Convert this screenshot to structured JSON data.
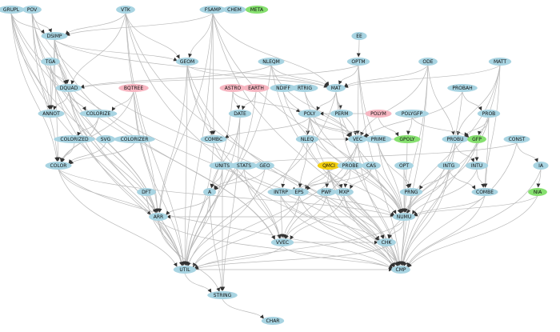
{
  "colors": {
    "default": "#a8d4e2",
    "pink": "#f6b6c1",
    "green": "#86e06f",
    "gold": "#f3cf10",
    "edge": "#b9b9b9"
  },
  "nodes": [
    {
      "id": "GRUPL",
      "label": "GRUPL",
      "color": "default"
    },
    {
      "id": "POV",
      "label": "POV",
      "color": "default"
    },
    {
      "id": "VTK",
      "label": "VTK",
      "color": "default"
    },
    {
      "id": "FSAMP",
      "label": "FSAMP",
      "color": "default"
    },
    {
      "id": "CHEM",
      "label": "CHEM",
      "color": "default"
    },
    {
      "id": "META",
      "label": "META",
      "color": "green"
    },
    {
      "id": "DSIMP",
      "label": "DSIMP",
      "color": "default"
    },
    {
      "id": "EE",
      "label": "EE",
      "color": "default"
    },
    {
      "id": "TGA",
      "label": "TGA",
      "color": "default"
    },
    {
      "id": "GEOM",
      "label": "GEOM",
      "color": "default"
    },
    {
      "id": "NLEQM",
      "label": "NLEQM",
      "color": "default"
    },
    {
      "id": "OPTM",
      "label": "OPTM",
      "color": "default"
    },
    {
      "id": "ODE",
      "label": "ODE",
      "color": "default"
    },
    {
      "id": "MATT",
      "label": "MATT",
      "color": "default"
    },
    {
      "id": "DQUAD",
      "label": "DQUAD",
      "color": "default"
    },
    {
      "id": "BQTREE",
      "label": "BQTREE",
      "color": "pink"
    },
    {
      "id": "ASTRO",
      "label": "ASTRO",
      "color": "pink"
    },
    {
      "id": "EARTH",
      "label": "EARTH",
      "color": "pink"
    },
    {
      "id": "NDIFF",
      "label": "NDIFF",
      "color": "default"
    },
    {
      "id": "RTRIG",
      "label": "RTRIG",
      "color": "default"
    },
    {
      "id": "MAT",
      "label": "MAT",
      "color": "default"
    },
    {
      "id": "PROBAH",
      "label": "PROBAH",
      "color": "default"
    },
    {
      "id": "ANNOT",
      "label": "ANNOT",
      "color": "default"
    },
    {
      "id": "COLORIZE",
      "label": "COLORIZE",
      "color": "default"
    },
    {
      "id": "DATE",
      "label": "DATE",
      "color": "default"
    },
    {
      "id": "POLY",
      "label": "POLY",
      "color": "default"
    },
    {
      "id": "PERM",
      "label": "PERM",
      "color": "default"
    },
    {
      "id": "POLYM",
      "label": "POLYM",
      "color": "pink"
    },
    {
      "id": "POLYGFP",
      "label": "POLYGFP",
      "color": "default"
    },
    {
      "id": "PROB",
      "label": "PROB",
      "color": "default"
    },
    {
      "id": "COLORIZED",
      "label": "COLORIZED",
      "color": "default"
    },
    {
      "id": "SVG",
      "label": "SVG",
      "color": "default"
    },
    {
      "id": "COLORIZER",
      "label": "COLORIZER",
      "color": "default"
    },
    {
      "id": "COMBC",
      "label": "COMBC",
      "color": "default"
    },
    {
      "id": "NLEQ",
      "label": "NLEQ",
      "color": "default"
    },
    {
      "id": "VEC",
      "label": "VEC",
      "color": "default"
    },
    {
      "id": "PRIME",
      "label": "PRIME",
      "color": "default"
    },
    {
      "id": "GPOLY",
      "label": "GPOLY",
      "color": "green"
    },
    {
      "id": "PROBU",
      "label": "PROBU",
      "color": "default"
    },
    {
      "id": "GFP",
      "label": "GFP",
      "color": "green"
    },
    {
      "id": "CONST",
      "label": "CONST",
      "color": "default"
    },
    {
      "id": "COLOR",
      "label": "COLOR",
      "color": "default"
    },
    {
      "id": "UNITS",
      "label": "UNITS",
      "color": "default"
    },
    {
      "id": "STATS",
      "label": "STATS",
      "color": "default"
    },
    {
      "id": "GEO",
      "label": "GEO",
      "color": "default"
    },
    {
      "id": "QMCI",
      "label": "QMCI",
      "color": "gold"
    },
    {
      "id": "PROBE",
      "label": "PROBE",
      "color": "default"
    },
    {
      "id": "CAS",
      "label": "CAS",
      "color": "default"
    },
    {
      "id": "OPT",
      "label": "OPT",
      "color": "default"
    },
    {
      "id": "INTG",
      "label": "INTG",
      "color": "default"
    },
    {
      "id": "INTU",
      "label": "INTU",
      "color": "default"
    },
    {
      "id": "IA",
      "label": "IA",
      "color": "default"
    },
    {
      "id": "DFT",
      "label": "DFT",
      "color": "default"
    },
    {
      "id": "A",
      "label": "A",
      "color": "default"
    },
    {
      "id": "INTRP",
      "label": "INTRP",
      "color": "default"
    },
    {
      "id": "EPS",
      "label": "EPS",
      "color": "default"
    },
    {
      "id": "PWF",
      "label": "PWF",
      "color": "default"
    },
    {
      "id": "MXP",
      "label": "MXP",
      "color": "default"
    },
    {
      "id": "PRNG",
      "label": "PRNG",
      "color": "default"
    },
    {
      "id": "COMBE",
      "label": "COMBE",
      "color": "default"
    },
    {
      "id": "NIA",
      "label": "NIA",
      "color": "green"
    },
    {
      "id": "ARR",
      "label": "ARR",
      "color": "default"
    },
    {
      "id": "NUMU",
      "label": "NUMU",
      "color": "default"
    },
    {
      "id": "VVEC",
      "label": "VVEC",
      "color": "default"
    },
    {
      "id": "CHK",
      "label": "CHK",
      "color": "default"
    },
    {
      "id": "UTIL",
      "label": "UTIL",
      "color": "default"
    },
    {
      "id": "CMP",
      "label": "CMP",
      "color": "default"
    },
    {
      "id": "STRING",
      "label": "STRING",
      "color": "default"
    },
    {
      "id": "CHAR",
      "label": "CHAR",
      "color": "default"
    }
  ],
  "edges": [
    [
      "GRUPL",
      "DSIMP"
    ],
    [
      "GRUPL",
      "ANNOT"
    ],
    [
      "GRUPL",
      "COLOR"
    ],
    [
      "GRUPL",
      "UTIL"
    ],
    [
      "GRUPL",
      "ARR"
    ],
    [
      "GRUPL",
      "CMP"
    ],
    [
      "GRUPL",
      "VVEC"
    ],
    [
      "POV",
      "DSIMP"
    ],
    [
      "POV",
      "DQUAD"
    ],
    [
      "POV",
      "ANNOT"
    ],
    [
      "POV",
      "COLOR"
    ],
    [
      "POV",
      "UTIL"
    ],
    [
      "POV",
      "ARR"
    ],
    [
      "POV",
      "CHK"
    ],
    [
      "VTK",
      "DSIMP"
    ],
    [
      "VTK",
      "GEOM"
    ],
    [
      "VTK",
      "DQUAD"
    ],
    [
      "VTK",
      "UTIL"
    ],
    [
      "VTK",
      "ARR"
    ],
    [
      "VTK",
      "CMP"
    ],
    [
      "VTK",
      "VVEC"
    ],
    [
      "FSAMP",
      "DSIMP"
    ],
    [
      "FSAMP",
      "GEOM"
    ],
    [
      "FSAMP",
      "COMBC"
    ],
    [
      "FSAMP",
      "MAT"
    ],
    [
      "FSAMP",
      "UTIL"
    ],
    [
      "FSAMP",
      "CMP"
    ],
    [
      "FSAMP",
      "ARR"
    ],
    [
      "FSAMP",
      "NUMU"
    ],
    [
      "DSIMP",
      "GEOM"
    ],
    [
      "DSIMP",
      "DQUAD"
    ],
    [
      "DSIMP",
      "ANNOT"
    ],
    [
      "DSIMP",
      "COLOR"
    ],
    [
      "DSIMP",
      "UTIL"
    ],
    [
      "DSIMP",
      "VVEC"
    ],
    [
      "DSIMP",
      "MAT"
    ],
    [
      "DSIMP",
      "ARR"
    ],
    [
      "EE",
      "OPTM"
    ],
    [
      "TGA",
      "ANNOT"
    ],
    [
      "TGA",
      "DQUAD"
    ],
    [
      "TGA",
      "UTIL"
    ],
    [
      "GEOM",
      "COMBC"
    ],
    [
      "GEOM",
      "UTIL"
    ],
    [
      "GEOM",
      "ARR"
    ],
    [
      "GEOM",
      "VVEC"
    ],
    [
      "GEOM",
      "CMP"
    ],
    [
      "GEOM",
      "MAT"
    ],
    [
      "NLEQM",
      "MAT"
    ],
    [
      "NLEQM",
      "DQUAD"
    ],
    [
      "NLEQM",
      "VEC"
    ],
    [
      "NLEQM",
      "UTIL"
    ],
    [
      "NLEQM",
      "CMP"
    ],
    [
      "OPTM",
      "MAT"
    ],
    [
      "OPTM",
      "VEC"
    ],
    [
      "OPTM",
      "NUMU"
    ],
    [
      "OPTM",
      "DQUAD"
    ],
    [
      "OPTM",
      "CMP"
    ],
    [
      "ODE",
      "MAT"
    ],
    [
      "ODE",
      "VEC"
    ],
    [
      "ODE",
      "NUMU"
    ],
    [
      "ODE",
      "PROBU"
    ],
    [
      "ODE",
      "CMP"
    ],
    [
      "MATT",
      "MAT"
    ],
    [
      "MATT",
      "PROBU"
    ],
    [
      "MATT",
      "CMP"
    ],
    [
      "MATT",
      "NUMU"
    ],
    [
      "MATT",
      "COMBE"
    ],
    [
      "DQUAD",
      "COLORIZE"
    ],
    [
      "DQUAD",
      "ANNOT"
    ],
    [
      "DQUAD",
      "UTIL"
    ],
    [
      "DQUAD",
      "ARR"
    ],
    [
      "BQTREE",
      "COLORIZE"
    ],
    [
      "BQTREE",
      "COLOR"
    ],
    [
      "BQTREE",
      "UTIL"
    ],
    [
      "BQTREE",
      "ARR"
    ],
    [
      "ASTRO",
      "DATE"
    ],
    [
      "ASTRO",
      "POLY"
    ],
    [
      "ASTRO",
      "UTIL"
    ],
    [
      "EARTH",
      "DATE"
    ],
    [
      "EARTH",
      "UTIL"
    ],
    [
      "NDIFF",
      "VEC"
    ],
    [
      "NDIFF",
      "NUMU"
    ],
    [
      "RTRIG",
      "VEC"
    ],
    [
      "RTRIG",
      "NUMU"
    ],
    [
      "MAT",
      "POLY"
    ],
    [
      "MAT",
      "PERM"
    ],
    [
      "MAT",
      "VEC"
    ],
    [
      "MAT",
      "NUMU"
    ],
    [
      "MAT",
      "CMP"
    ],
    [
      "MAT",
      "UTIL"
    ],
    [
      "PROBAH",
      "PROB"
    ],
    [
      "PROBAH",
      "VEC"
    ],
    [
      "PROBAH",
      "CMP"
    ],
    [
      "COLORIZE",
      "COLORIZED"
    ],
    [
      "COLORIZE",
      "COLOR"
    ],
    [
      "DATE",
      "A"
    ],
    [
      "DATE",
      "UTIL"
    ],
    [
      "DATE",
      "STRING"
    ],
    [
      "POLY",
      "NLEQ"
    ],
    [
      "POLY",
      "VEC"
    ],
    [
      "POLY",
      "PRIME"
    ],
    [
      "POLY",
      "NUMU"
    ],
    [
      "POLY",
      "INTRP"
    ],
    [
      "POLY",
      "CMP"
    ],
    [
      "POLY",
      "COMBC"
    ],
    [
      "POLYM",
      "GPOLY"
    ],
    [
      "POLYM",
      "POLY"
    ],
    [
      "POLYGFP",
      "GPOLY"
    ],
    [
      "POLYGFP",
      "GFP"
    ],
    [
      "PROB",
      "PROBU"
    ],
    [
      "PROB",
      "GFP"
    ],
    [
      "PROB",
      "COMBE"
    ],
    [
      "PROB",
      "NUMU"
    ],
    [
      "COLORIZED",
      "COLOR"
    ],
    [
      "SVG",
      "COLOR"
    ],
    [
      "COLORIZER",
      "COLOR"
    ],
    [
      "COLOR",
      "UTIL"
    ],
    [
      "COLOR",
      "ARR"
    ],
    [
      "COLOR",
      "CMP"
    ],
    [
      "COLOR",
      "NUMU"
    ],
    [
      "COMBC",
      "UTIL"
    ],
    [
      "COMBC",
      "CMP"
    ],
    [
      "NLEQ",
      "VEC"
    ],
    [
      "NLEQ",
      "EPS"
    ],
    [
      "NLEQ",
      "NUMU"
    ],
    [
      "VEC",
      "VVEC"
    ],
    [
      "VEC",
      "CMP"
    ],
    [
      "VEC",
      "UTIL"
    ],
    [
      "VEC",
      "NUMU"
    ],
    [
      "VEC",
      "EPS"
    ],
    [
      "PRIME",
      "NUMU"
    ],
    [
      "PRIME",
      "PRNG"
    ],
    [
      "GPOLY",
      "VEC"
    ],
    [
      "GPOLY",
      "NUMU"
    ],
    [
      "PROBU",
      "INTU"
    ],
    [
      "PROBU",
      "NUMU"
    ],
    [
      "PROBU",
      "CMP"
    ],
    [
      "GFP",
      "INTU"
    ],
    [
      "GFP",
      "NUMU"
    ],
    [
      "CONST",
      "IA"
    ],
    [
      "CONST",
      "UNITS"
    ],
    [
      "CONST",
      "CMP"
    ],
    [
      "UNITS",
      "A"
    ],
    [
      "UNITS",
      "UTIL"
    ],
    [
      "UNITS",
      "STRING"
    ],
    [
      "STATS",
      "A"
    ],
    [
      "STATS",
      "VVEC"
    ],
    [
      "STATS",
      "NUMU"
    ],
    [
      "GEO",
      "A"
    ],
    [
      "GEO",
      "UTIL"
    ],
    [
      "QMCI",
      "EPS"
    ],
    [
      "QMCI",
      "PWF"
    ],
    [
      "QMCI",
      "MXP"
    ],
    [
      "QMCI",
      "CHK"
    ],
    [
      "QMCI",
      "CMP"
    ],
    [
      "PROBE",
      "MXP"
    ],
    [
      "PROBE",
      "EPS"
    ],
    [
      "CAS",
      "MXP"
    ],
    [
      "CAS",
      "INTRP"
    ],
    [
      "OPT",
      "PRNG"
    ],
    [
      "OPT",
      "NUMU"
    ],
    [
      "INTG",
      "COMBE"
    ],
    [
      "INTG",
      "NUMU"
    ],
    [
      "INTG",
      "PRNG"
    ],
    [
      "INTG",
      "CMP"
    ],
    [
      "INTU",
      "NUMU"
    ],
    [
      "INTU",
      "COMBE"
    ],
    [
      "IA",
      "NIA"
    ],
    [
      "IA",
      "CMP"
    ],
    [
      "DFT",
      "ARR"
    ],
    [
      "DFT",
      "UTIL"
    ],
    [
      "A",
      "ARR"
    ],
    [
      "A",
      "UTIL"
    ],
    [
      "A",
      "STRING"
    ],
    [
      "INTRP",
      "VVEC"
    ],
    [
      "INTRP",
      "CHK"
    ],
    [
      "INTRP",
      "CMP"
    ],
    [
      "EPS",
      "VVEC"
    ],
    [
      "EPS",
      "UTIL"
    ],
    [
      "EPS",
      "CMP"
    ],
    [
      "PWF",
      "VVEC"
    ],
    [
      "PWF",
      "CMP"
    ],
    [
      "MXP",
      "VVEC"
    ],
    [
      "MXP",
      "CMP"
    ],
    [
      "MXP",
      "CHK"
    ],
    [
      "PRNG",
      "NUMU"
    ],
    [
      "PRNG",
      "CHK"
    ],
    [
      "PRNG",
      "CMP"
    ],
    [
      "COMBE",
      "NUMU"
    ],
    [
      "COMBE",
      "CMP"
    ],
    [
      "NIA",
      "NUMU"
    ],
    [
      "NIA",
      "CMP"
    ],
    [
      "ARR",
      "UTIL"
    ],
    [
      "ARR",
      "CMP"
    ],
    [
      "ARR",
      "STRING"
    ],
    [
      "NUMU",
      "CHK"
    ],
    [
      "NUMU",
      "CMP"
    ],
    [
      "NUMU",
      "UTIL"
    ],
    [
      "NUMU",
      "ARR"
    ],
    [
      "VVEC",
      "CHK"
    ],
    [
      "VVEC",
      "UTIL"
    ],
    [
      "VVEC",
      "CMP"
    ],
    [
      "CHK",
      "UTIL"
    ],
    [
      "CHK",
      "CMP"
    ],
    [
      "UTIL",
      "STRING"
    ],
    [
      "UTIL",
      "CMP"
    ],
    [
      "STRING",
      "CHAR"
    ]
  ]
}
